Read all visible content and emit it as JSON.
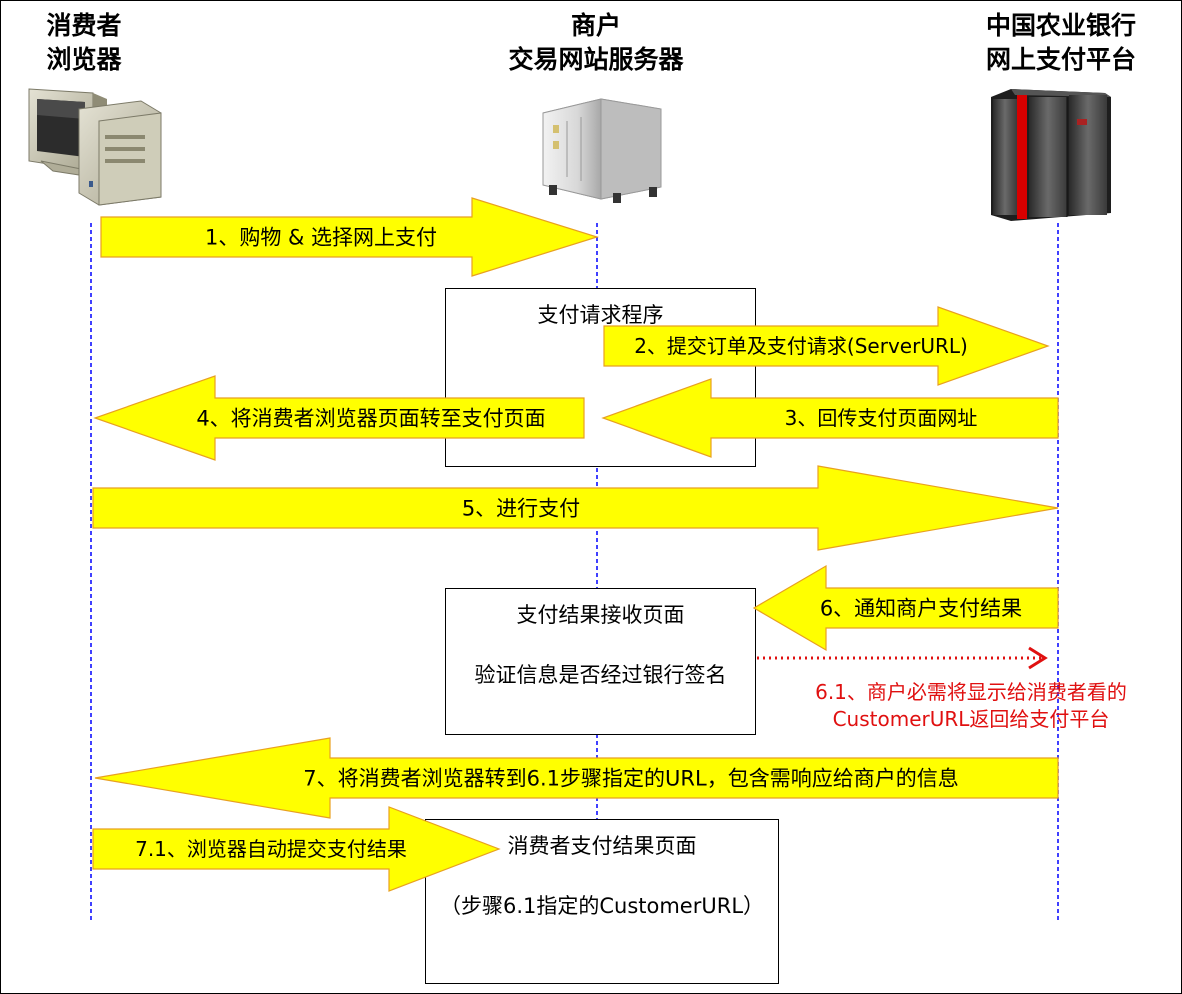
{
  "participants": {
    "consumer": {
      "line1": "消费者",
      "line2": "浏览器",
      "icon": "desktop-computer-icon"
    },
    "merchant": {
      "line1": "商户",
      "line2": "交易网站服务器",
      "icon": "tower-server-icon"
    },
    "bank": {
      "line1": "中国农业银行",
      "line2": "网上支付平台",
      "icon": "mainframe-server-icon"
    }
  },
  "boxes": {
    "payment_request": {
      "title": "支付请求程序"
    },
    "result_receive": {
      "title": "支付结果接收页面",
      "line2": "验证信息是否经过银行签名"
    },
    "consumer_result": {
      "title": "消费者支付结果页面",
      "line2": "（步骤6.1指定的CustomerURL）"
    }
  },
  "steps": {
    "s1": "1、购物 & 选择网上支付",
    "s2": "2、提交订单及支付请求(ServerURL)",
    "s3": "3、回传支付页面网址",
    "s4": "4、将消费者浏览器页面转至支付页面",
    "s5": "5、进行支付",
    "s6": "6、通知商户支付结果",
    "s6_1_line1": "6.1、商户必需将显示给消费者看的",
    "s6_1_line2": "CustomerURL返回给支付平台",
    "s7": "7、将消费者浏览器转到6.1步骤指定的URL，包含需响应给商户的信息",
    "s7_1": "7.1、浏览器自动提交支付结果"
  },
  "colors": {
    "arrow_fill": "#ffff00",
    "arrow_stroke": "#e8a020",
    "lifeline": "#0000ff",
    "note_red": "#e01010"
  }
}
